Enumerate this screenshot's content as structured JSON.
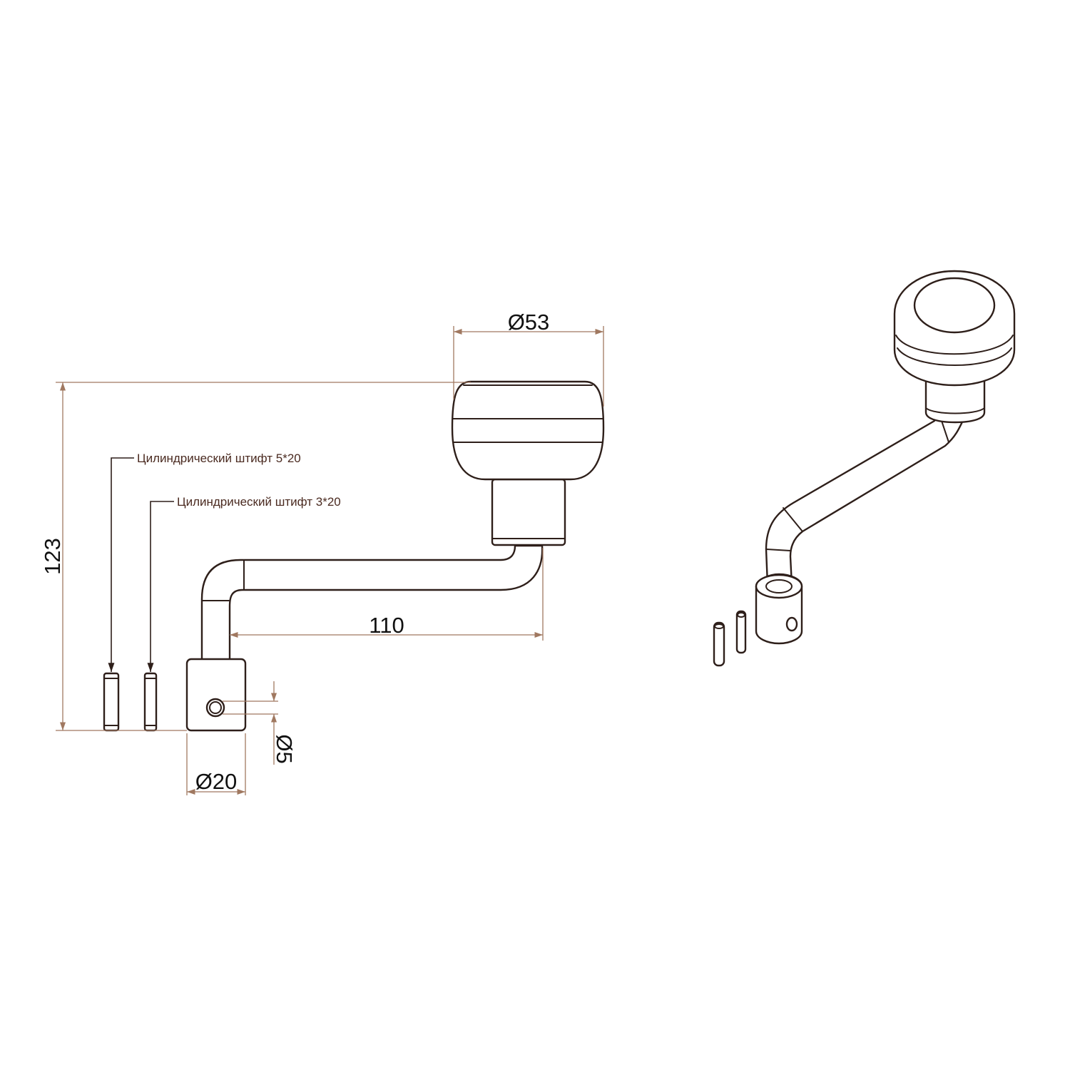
{
  "dimensions": {
    "knob_diameter": "Ø53",
    "overall_height": "123",
    "crank_offset": "110",
    "hole_diameter": "Ø5",
    "sleeve_diameter": "Ø20"
  },
  "callouts": {
    "pin_large": "Цилиндрический штифт 5*20",
    "pin_small": "Цилиндрический штифт 3*20"
  },
  "colors": {
    "part_line": "#2e1f1a",
    "dimension_line": "#a07860",
    "background": "#ffffff"
  }
}
